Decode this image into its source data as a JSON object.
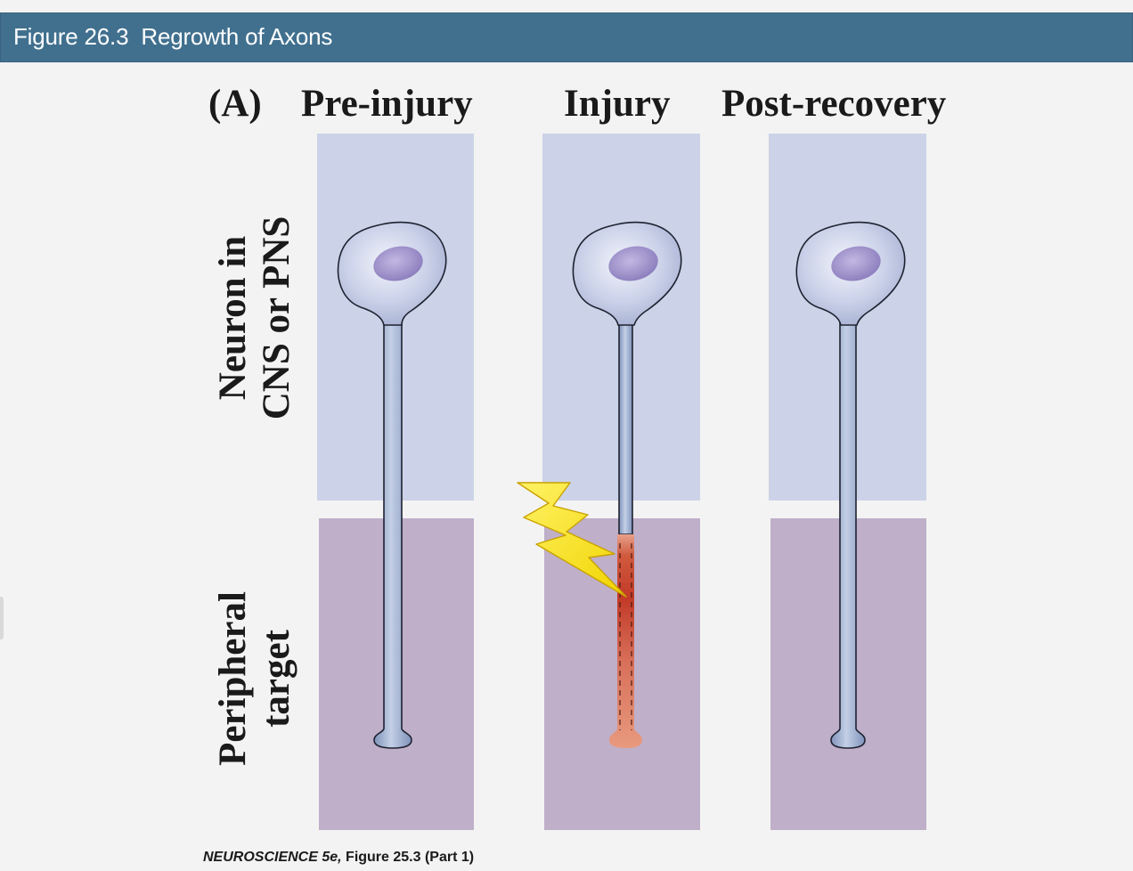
{
  "header": {
    "title": "Figure 26.3  Regrowth of Axons"
  },
  "figure": {
    "panel_label": "(A)",
    "columns": [
      "Pre-injury",
      "Injury",
      "Post-recovery"
    ],
    "row_labels": {
      "top": {
        "line1": "Neuron in",
        "line2": "CNS or PNS"
      },
      "bottom": {
        "line1": "Peripheral",
        "line2": "target"
      }
    },
    "credit": {
      "italic": "NEUROSCIENCE 5e,",
      "rest": " Figure 25.3 (Part 1)"
    }
  },
  "colors": {
    "header_bg": "#41708f",
    "cns_region": "#ccd3e8",
    "target_region": "#bfafc9",
    "cell_body": "#bcc4e0",
    "nucleus": "#9c8fc6",
    "axon": "#9fb1d0",
    "injury": "#cf4a34",
    "lightning": "#f5e400"
  }
}
